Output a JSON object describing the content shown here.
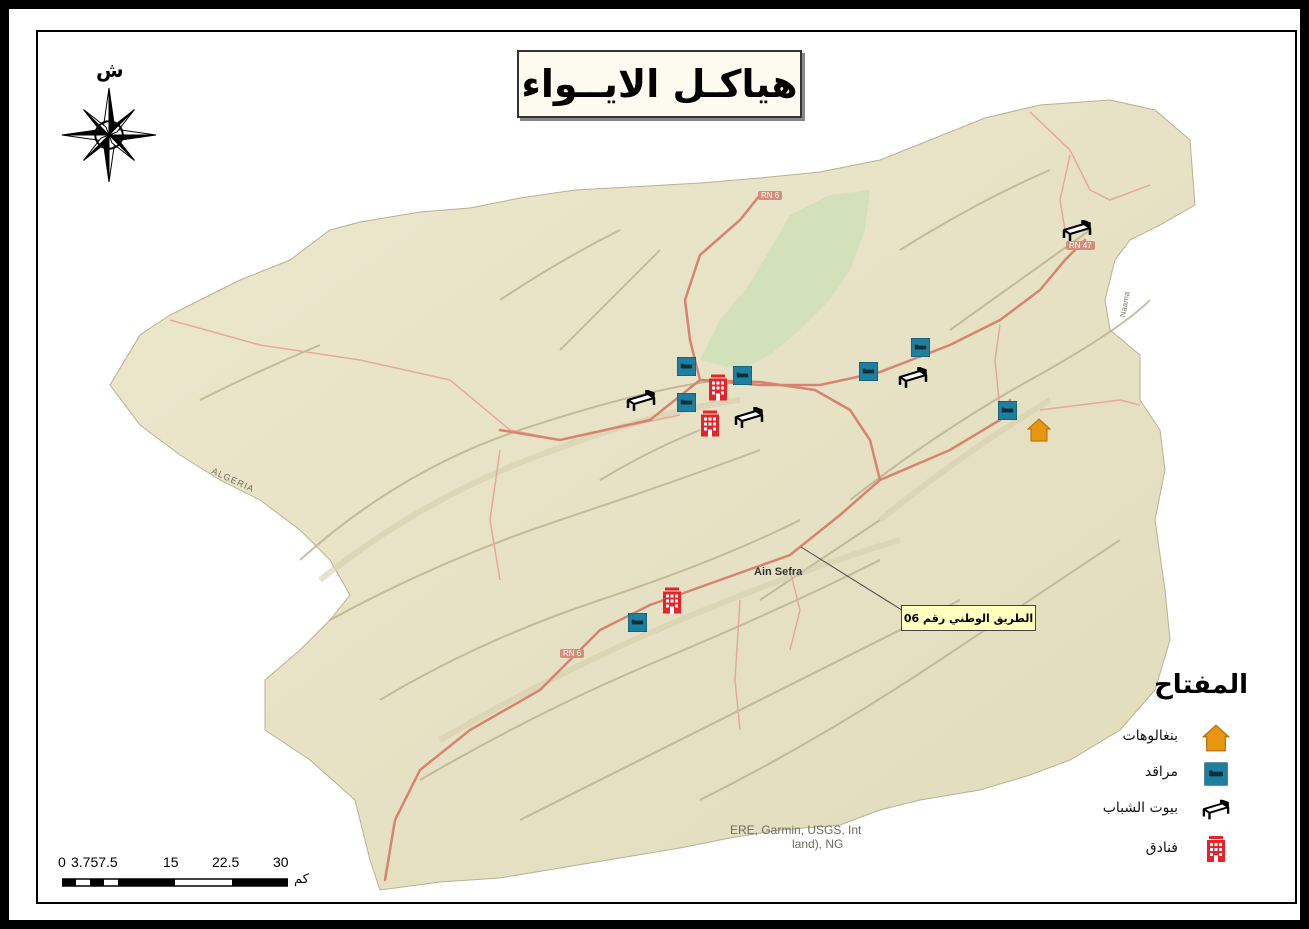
{
  "title": "هياكـل الايــواء",
  "north_label": "ش",
  "legend": {
    "title": "المفتاح",
    "items": [
      {
        "label": "بنغالوهات",
        "icon": "bungalow-icon",
        "color": "#e8960f"
      },
      {
        "label": "مراقد",
        "icon": "dormitory-icon",
        "color": "#1f7f9f"
      },
      {
        "label": "بيوت الشباب",
        "icon": "youth-hostel-icon",
        "color": "#000000"
      },
      {
        "label": "فنادق",
        "icon": "hotel-icon",
        "color": "#e3242b"
      }
    ]
  },
  "callout": "الطريق الوطني رقم 06",
  "place_labels": {
    "ain_sefra": "Ain Sefra",
    "algeria": "ALGERIA",
    "naama": "Naama"
  },
  "road_shields": {
    "rn6_north": "RN 6",
    "rn47": "RN 47",
    "rn6_south": "RN 6"
  },
  "attribution": "ERE, Garmin, USGS, Int",
  "attribution_line2": "land), NG",
  "scalebar": {
    "ticks": [
      "0",
      "3.757.5",
      "15",
      "22.5",
      "30"
    ],
    "unit": "كم"
  },
  "colors": {
    "land": "#e9e4c7",
    "relief": "#c9c2a0",
    "road": "#d68472",
    "secondary_road": "#e8a898",
    "hotel": "#e3242b",
    "dormitory": "#1f7f9f",
    "bungalow": "#e8960f",
    "forest": "#cfe0b8"
  }
}
